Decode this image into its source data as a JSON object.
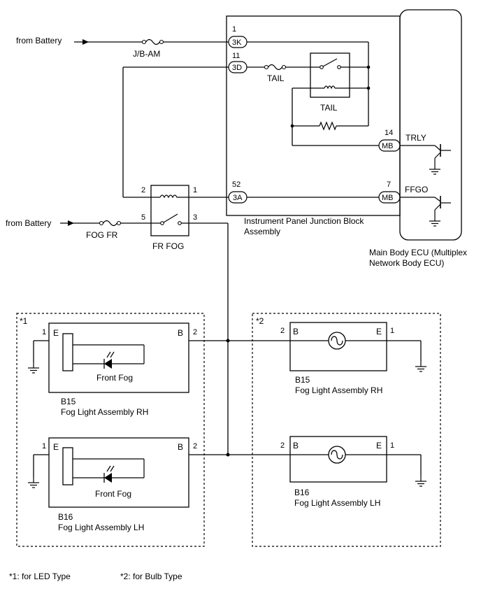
{
  "sources": {
    "battery_top": "from Battery",
    "battery_bottom": "from Battery"
  },
  "fuses": {
    "jb_am": "J/B-AM",
    "tail": "TAIL",
    "fog_fr": "FOG FR"
  },
  "junction_block": {
    "name": "Instrument Panel Junction Block Assembly",
    "name_line1": "Instrument Panel Junction Block",
    "name_line2": "Assembly",
    "tail_relay": "TAIL",
    "connectors": [
      {
        "pin": "1",
        "code": "3K"
      },
      {
        "pin": "11",
        "code": "3D"
      },
      {
        "pin": "52",
        "code": "3A"
      }
    ]
  },
  "ecu": {
    "name_line1": "Main Body ECU (Multiplex",
    "name_line2": "Network Body ECU)",
    "terminals": [
      {
        "pin": "14",
        "code": "MB",
        "signal": "TRLY"
      },
      {
        "pin": "7",
        "code": "MB",
        "signal": "FFGO"
      }
    ]
  },
  "fr_fog_relay": {
    "name": "FR FOG",
    "pins": {
      "coil_a": "2",
      "coil_b": "1",
      "sw_in": "5",
      "sw_out": "3"
    }
  },
  "led_group": {
    "marker": "*1",
    "units": [
      {
        "code": "B15",
        "name": "Fog Light Assembly RH",
        "inner": "Front Fog",
        "pin_e": "1",
        "pin_b": "2",
        "term_e": "E",
        "term_b": "B"
      },
      {
        "code": "B16",
        "name": "Fog Light Assembly LH",
        "inner": "Front Fog",
        "pin_e": "1",
        "pin_b": "2",
        "term_e": "E",
        "term_b": "B"
      }
    ]
  },
  "bulb_group": {
    "marker": "*2",
    "units": [
      {
        "code": "B15",
        "name": "Fog Light Assembly RH",
        "pin_b": "2",
        "pin_e": "1",
        "term_b": "B",
        "term_e": "E"
      },
      {
        "code": "B16",
        "name": "Fog Light Assembly LH",
        "pin_b": "2",
        "pin_e": "1",
        "term_b": "B",
        "term_e": "E"
      }
    ]
  },
  "notes": [
    "*1: for LED Type",
    "*2: for Bulb Type"
  ]
}
